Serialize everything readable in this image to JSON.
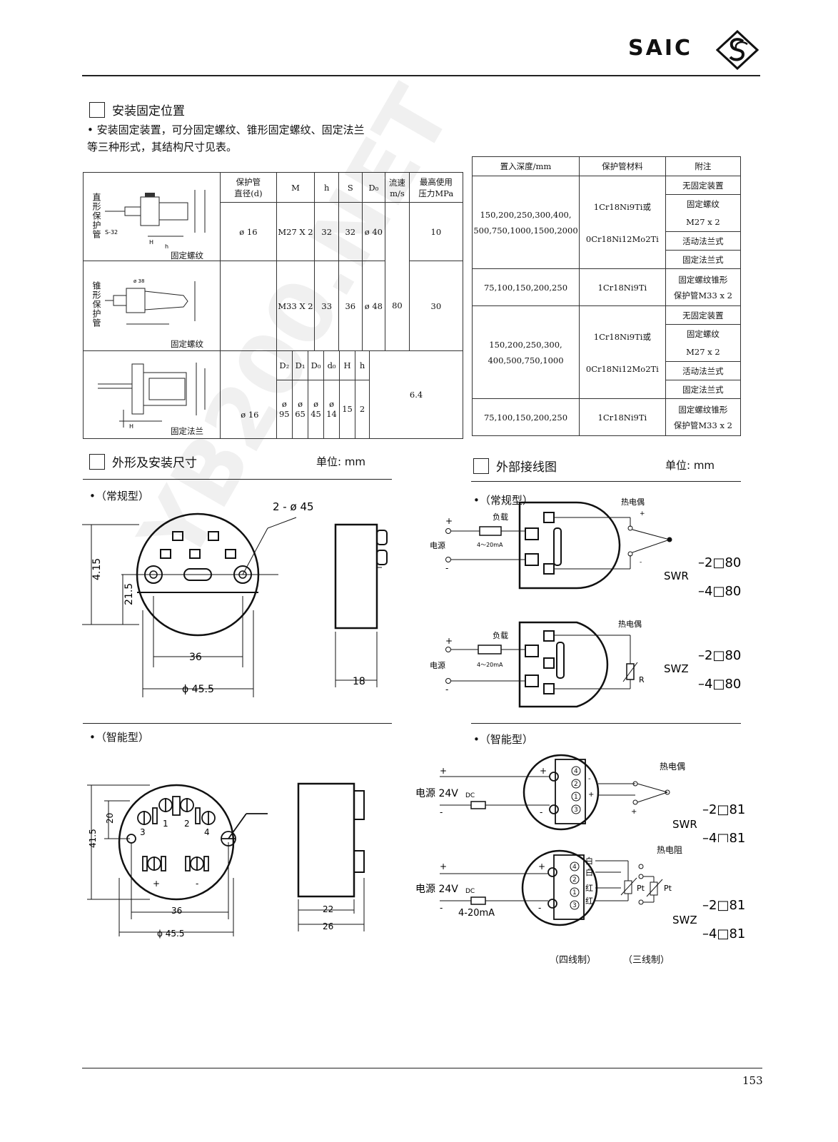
{
  "header": {
    "brand": "SAIC",
    "logo_icon": "saic-s-logo-icon"
  },
  "section_mount": {
    "title": "安装固定位置",
    "bullet": "• 安装固定装置，可分固定螺纹、锥形固定螺纹、固定法兰",
    "bullet_cont": "等三种形式，其结构尺寸见表。"
  },
  "table_left": {
    "headers": [
      "保护管",
      "直径(d)",
      "M",
      "h",
      "S",
      "D₀",
      "流速",
      "m/s",
      "最高使用",
      "压力MPa"
    ],
    "row1": {
      "vlabel": "直形保护管",
      "caption": "固定螺纹",
      "d": "ø 16",
      "M": "M27 X 2",
      "h": "32",
      "S": "32",
      "D0": "ø 40",
      "v": "",
      "p": "10"
    },
    "row2": {
      "vlabel": "锥形保护管",
      "caption": "固定螺纹",
      "M": "M33 X 2",
      "h": "33",
      "S": "36",
      "D0": "ø 48",
      "v": "80",
      "p": "30"
    },
    "row3": {
      "caption": "固定法兰",
      "subheaders": [
        "D₂",
        "D₁",
        "D₀",
        "d₀",
        "H",
        "h"
      ],
      "d": "ø 16",
      "D2": "ø 95",
      "D1": "ø 65",
      "D0": "ø 45",
      "d0": "ø 14",
      "H": "15",
      "h": "2",
      "p": "6.4"
    }
  },
  "table_right": {
    "headers": [
      "置入深度/mm",
      "保护管材料",
      "附注"
    ],
    "g1": {
      "depth1": "150,200,250,300,400,",
      "depth2": "500,750,1000,1500,2000",
      "mat1": "1Cr18Ni9Ti或",
      "mat2": "0Cr18Ni12Mo2Ti",
      "notes": [
        "无固定装置",
        "固定螺纹",
        "M27 x 2",
        "活动法兰式",
        "固定法兰式"
      ]
    },
    "g2": {
      "depth": "75,100,150,200,250",
      "mat": "1Cr18Ni9Ti",
      "note1": "固定螺纹锥形",
      "note2": "保护管M33 x 2"
    },
    "g3": {
      "depth1": "150,200,250,300,",
      "depth2": "400,500,750,1000",
      "mat1": "1Cr18Ni9Ti或",
      "mat2": "0Cr18Ni12Mo2Ti",
      "notes": [
        "无固定装置",
        "固定螺纹",
        "M27 x 2",
        "活动法兰式",
        "固定法兰式"
      ]
    },
    "g4": {
      "depth": "75,100,150,200,250",
      "mat": "1Cr18Ni9Ti",
      "note1": "固定螺纹锥形",
      "note2": "保护管M33 x 2"
    }
  },
  "section_dims": {
    "title": "外形及安装尺寸",
    "unit": "单位: mm",
    "normal": "•（常规型）",
    "smart": "•（智能型）"
  },
  "section_wiring": {
    "title": "外部接线图",
    "unit": "单位: mm",
    "normal": "•（常规型）",
    "smart": "•（智能型）"
  },
  "dims_normal": {
    "holes": "2 - ø 45",
    "h1": "4.15",
    "h2": "21.5",
    "w1": "36",
    "w2": "ϕ 45.5",
    "depth": "18"
  },
  "dims_smart": {
    "h1": "20",
    "h2": "41.5",
    "w1": "36",
    "w2": "ϕ 45.5",
    "d1": "22",
    "d2": "26",
    "pins": [
      "3",
      "1",
      "2",
      "4"
    ],
    "plus": "+",
    "minus": "-"
  },
  "wiring_normal": {
    "swr": {
      "load": "负载",
      "power": "电源",
      "current": "4～20mA",
      "sensor": "热电偶",
      "model1": "–2□80",
      "name": "SWR",
      "model2": "–4□80"
    },
    "swz": {
      "load": "负载",
      "power": "电源",
      "current": "4～20mA",
      "sensor": "热电偶",
      "R": "R",
      "model1": "–2□80",
      "name": "SWZ",
      "model2": "–4□80"
    }
  },
  "wiring_smart": {
    "swr": {
      "power": "电源 24V",
      "dc": "DC",
      "sensor": "热电偶",
      "model1": "–2□81",
      "name": "SWR",
      "model2": "–4□81"
    },
    "swz": {
      "power": "电源 24V",
      "dc": "DC",
      "current": "4-20mA",
      "sensor": "热电阻",
      "model1": "–2□81",
      "name": "SWZ",
      "model2": "–4□81",
      "colors": [
        "白",
        "白",
        "红",
        "红"
      ],
      "pt": "Pt"
    },
    "captions": [
      "（四线制）",
      "（三线制）"
    ]
  },
  "watermark": "YB200.NET",
  "page_number": "153"
}
